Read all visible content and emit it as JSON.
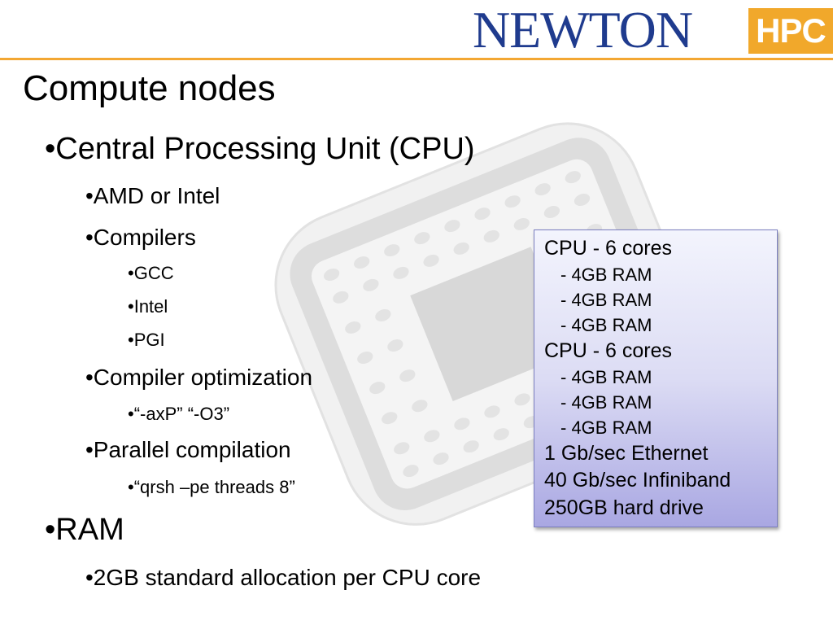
{
  "logo": {
    "word": "NEWTON",
    "badge": "HPC"
  },
  "title": "Compute nodes",
  "bullets": [
    "•Central Processing Unit (CPU)",
    "•AMD or Intel",
    "•Compilers",
    "•GCC",
    "•Intel",
    "•PGI",
    "•Compiler optimization",
    "•“-axP” “-O3”",
    "•Parallel compilation",
    "•“qrsh –pe threads 8”",
    "•RAM",
    "•2GB standard allocation per CPU core"
  ],
  "spec_box": [
    "CPU - 6 cores",
    "- 4GB RAM",
    "- 4GB RAM",
    "- 4GB RAM",
    "CPU - 6 cores",
    "- 4GB RAM",
    "- 4GB RAM",
    "- 4GB RAM",
    "1 Gb/sec Ethernet",
    "40 Gb/sec Infiniband",
    "250GB hard drive"
  ],
  "colors": {
    "accent_orange": "#f3a733",
    "logo_blue": "#1f3b8e",
    "chip_gray": "#e4e4e4",
    "box_gradient_top": "#f3f4fd",
    "box_gradient_bottom": "#a9a7e2"
  }
}
